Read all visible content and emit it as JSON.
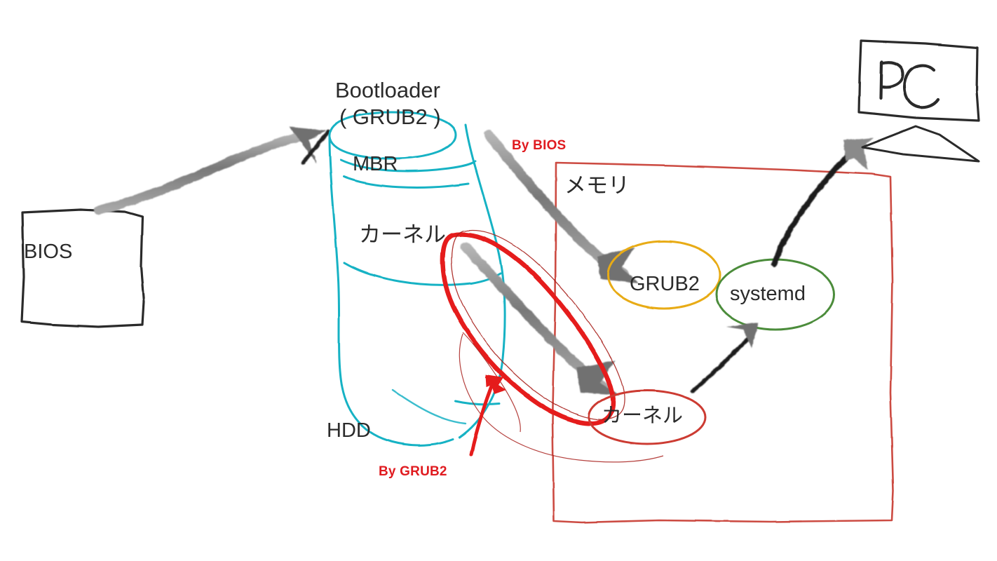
{
  "diagram": {
    "title": "Linux boot process hand-drawn whiteboard diagram",
    "background": "#ffffff"
  },
  "colors": {
    "ink_black": "#2b2b2b",
    "hdd_cyan": "#19b2c4",
    "memory_red": "#cc4b43",
    "annotation_red": "#e01b20",
    "grub_orange": "#e8ab12",
    "systemd_green": "#4c8c3a",
    "kernel_ellipse_red": "#cc3a32",
    "arrow_gray": "#8c8c8c",
    "arrow_black": "#1a1a1a"
  },
  "nodes": {
    "bios": {
      "label": "BIOS",
      "shape": "rectangle",
      "color": "#2b2b2b"
    },
    "bootloader_caption": {
      "label": "Bootloader"
    },
    "grub2_disk": {
      "label": "( GRUB2 )",
      "shape": "ellipse",
      "color": "#19b2c4"
    },
    "mbr": {
      "label": "MBR"
    },
    "kernel_disk": {
      "label": "カーネル"
    },
    "hdd": {
      "label": "HDD",
      "shape": "cylinder",
      "color": "#19b2c4"
    },
    "memory": {
      "label": "メモリ",
      "shape": "rectangle",
      "color": "#cc4b43"
    },
    "grub2_mem": {
      "label": "GRUB2",
      "shape": "ellipse",
      "color": "#e8ab12"
    },
    "systemd_mem": {
      "label": "systemd",
      "shape": "ellipse",
      "color": "#4c8c3a"
    },
    "kernel_mem": {
      "label": "カーネル",
      "shape": "ellipse",
      "color": "#cc3a32"
    },
    "pc": {
      "label": "PC",
      "shape": "monitor",
      "color": "#2b2b2b"
    }
  },
  "annotations": {
    "by_bios": {
      "label": "By BIOS",
      "color": "#e01b20"
    },
    "by_grub2": {
      "label": "By GRUB2",
      "color": "#e01b20"
    }
  },
  "edges": [
    {
      "name": "bios-to-bootloader",
      "from": "bios",
      "to": "grub2_disk",
      "style": "thick-gray-brush"
    },
    {
      "name": "mbr-to-grub2-memory",
      "from": "mbr",
      "to": "grub2_mem",
      "style": "thick-gray-brush",
      "annotation": "By BIOS"
    },
    {
      "name": "kernel-disk-to-kernel-memory",
      "from": "kernel_disk",
      "to": "kernel_mem",
      "style": "thick-gray-brush",
      "annotation": "By GRUB2"
    },
    {
      "name": "kernel-memory-to-systemd",
      "from": "kernel_mem",
      "to": "systemd_mem",
      "style": "thin-black"
    },
    {
      "name": "systemd-to-pc",
      "from": "systemd_mem",
      "to": "pc",
      "style": "thick-black"
    },
    {
      "name": "by-grub2-pointer",
      "from": "by_grub2",
      "to": "kernel_disk",
      "style": "red-pointer"
    }
  ]
}
